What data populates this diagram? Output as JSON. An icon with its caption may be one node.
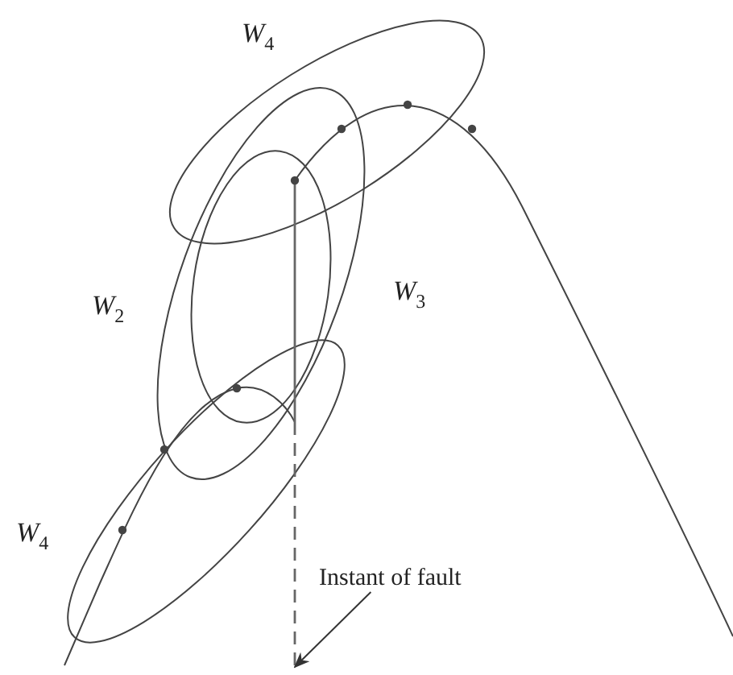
{
  "diagram": {
    "nodes": [
      {
        "text": [
          "Instant of fault"
        ]
      },
      {
        "text": [],
        "shape": "bar"
      }
    ],
    "edges": [
      {
        "from": 0,
        "to": 1,
        "arrow": "to"
      }
    ],
    "labels": [
      "*W*$_{4}$",
      "*W*$_{2}$",
      "*W*$_{3}$",
      "*W*$_{4}$"
    ]
  }
}
